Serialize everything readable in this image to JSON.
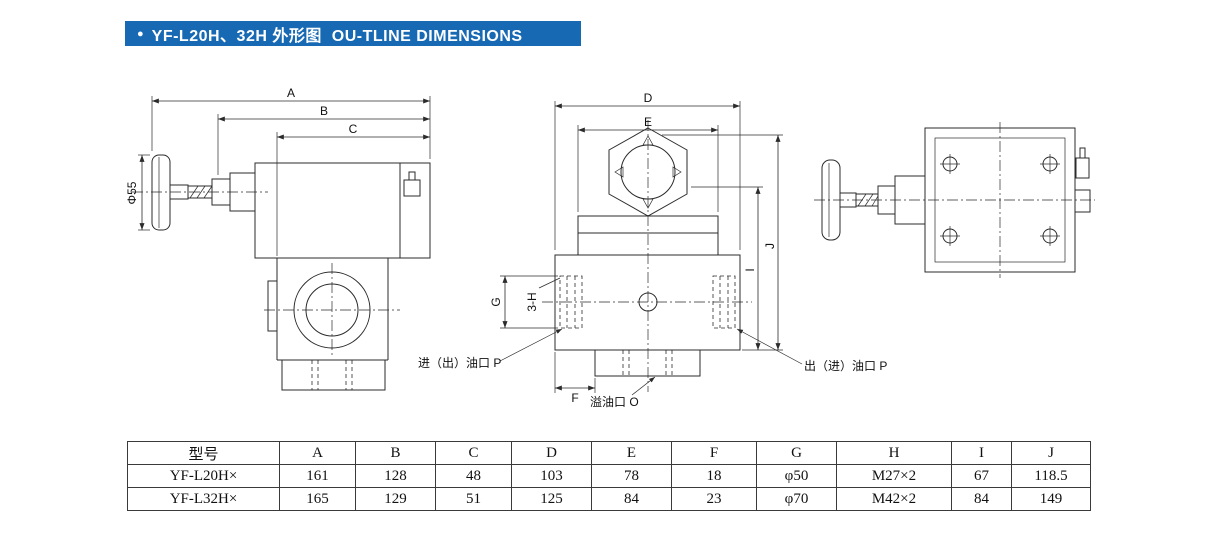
{
  "header": {
    "bullet": "●",
    "title": "YF-L20H、32H 外形图  OU-TLINE DIMENSIONS",
    "bg_color": "#1769b3",
    "text_color": "#ffffff"
  },
  "side_view": {
    "dim_a": "A",
    "dim_b": "B",
    "dim_c": "C",
    "dim_phi": "Φ55"
  },
  "front_view": {
    "dim_d": "D",
    "dim_e": "E",
    "dim_f": "F",
    "dim_g": "G",
    "dim_i": "I",
    "dim_j": "J",
    "dim_3h": "3-H",
    "label_port_left": "进（出）油口 P",
    "label_port_right": "出（进）油口 P",
    "label_port_bottom": "溢油口 O"
  },
  "table": {
    "headers": [
      "型号",
      "A",
      "B",
      "C",
      "D",
      "E",
      "F",
      "G",
      "H",
      "I",
      "J"
    ],
    "rows": [
      [
        "YF-L20H×",
        "161",
        "128",
        "48",
        "103",
        "78",
        "18",
        "φ50",
        "M27×2",
        "67",
        "118.5"
      ],
      [
        "YF-L32H×",
        "165",
        "129",
        "51",
        "125",
        "84",
        "23",
        "φ70",
        "M42×2",
        "84",
        "149"
      ]
    ]
  }
}
